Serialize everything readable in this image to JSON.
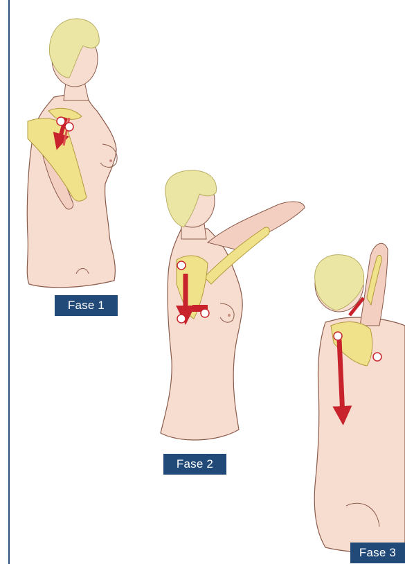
{
  "labels": {
    "phase1": "Fase 1",
    "phase2": "Fase 2",
    "phase3": "Fase 3"
  },
  "colors": {
    "skin": "#f7ddd0",
    "skin_shadow": "#e6b9a6",
    "outline": "#8a5a4a",
    "hair": "#ece6a4",
    "bone": "#f0e28a",
    "muscle_arrow": "#c8232c",
    "label_bg": "#214a78",
    "border": "#2d4f7c"
  }
}
